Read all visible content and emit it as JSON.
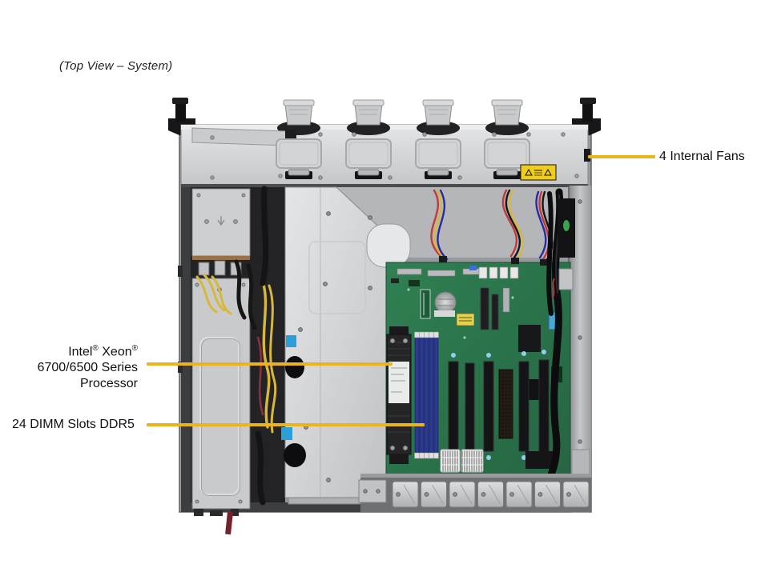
{
  "page": {
    "title": "(Top View – System)"
  },
  "callouts": {
    "fans": {
      "label": "4 Internal Fans"
    },
    "cpu": {
      "brand": "Intel",
      "reg1": "®",
      "product": " Xeon",
      "reg2": "®",
      "line2": "6700/6500 Series",
      "line3": "Processor"
    },
    "dimm": {
      "label": "24 DIMM Slots DDR5"
    }
  },
  "colors": {
    "callout_line": "#EBB41C",
    "chassis_gray": "#CDCFD1",
    "air_shroud_silver": "#D8DADC",
    "motherboard_green": "#2F8052",
    "dimm_blue": "#2C3A90",
    "warning_yellow": "#F0CD1D",
    "psu_handle_red": "#76222E"
  },
  "icons": {
    "warning": "warning-label-icon",
    "ears": [
      "mounting-ear-left-icon",
      "mounting-ear-right-icon"
    ],
    "fan_clips": "fan-clip-icon"
  }
}
